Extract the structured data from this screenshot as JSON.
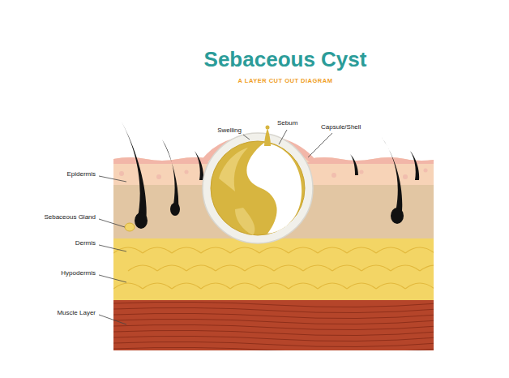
{
  "diagram": {
    "title": "Sebaceous Cyst",
    "labels": [
      "A LAYER CUT OUT DIAGRAM",
      "Swelling",
      "Sebum",
      "Capsule/Shell",
      "Epidermis",
      "Sebaceous Gland",
      "Dermis",
      "Hypodermis",
      "Muscle Layer"
    ]
  }
}
